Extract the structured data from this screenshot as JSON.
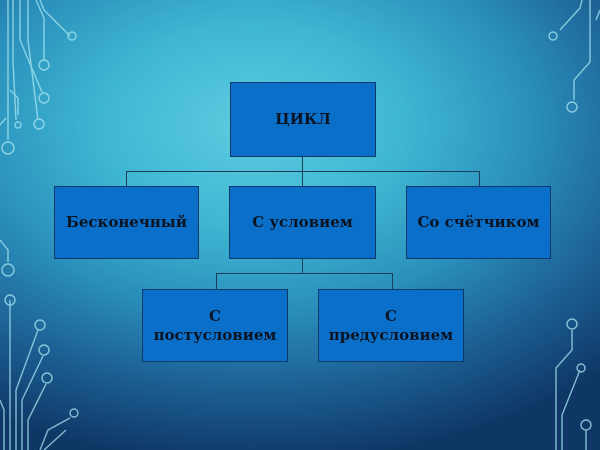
{
  "diagram": {
    "root": {
      "label": "ЦИКЛ"
    },
    "level1": [
      {
        "label": "Бесконечный"
      },
      {
        "label": "С условием"
      },
      {
        "label": "Со счётчиком"
      }
    ],
    "level2": [
      {
        "label_line1": "С",
        "label_line2": "постусловием"
      },
      {
        "label_line1": "С",
        "label_line2": "предусловием"
      }
    ]
  },
  "colors": {
    "box_fill": "#0a6fc9",
    "box_border": "#0b3a6b",
    "text": "#0b1422",
    "connector": "#1a3f5c",
    "background_light": "#5ccce0",
    "background_dark": "#0f3766",
    "circuit_lines": "#9fe3f0"
  }
}
